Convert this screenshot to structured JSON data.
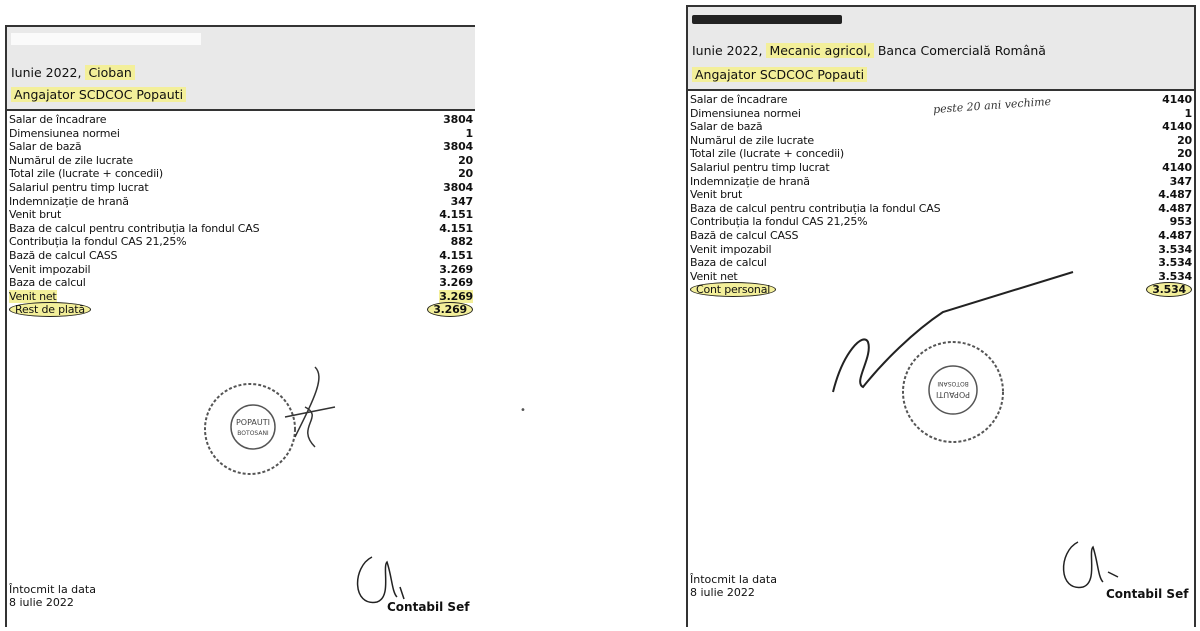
{
  "left": {
    "header_line1_prefix": "Iunie 2022,",
    "header_line1_job": "Cioban",
    "header_line2": "Angajator SCDCOC Popauti",
    "rows": [
      {
        "label": "Salar de încadrare",
        "value": "3804"
      },
      {
        "label": "Dimensiunea normei",
        "value": "1"
      },
      {
        "label": "Salar de bază",
        "value": "3804"
      },
      {
        "label": "Numărul de zile lucrate",
        "value": "20"
      },
      {
        "label": "Total zile (lucrate + concedii)",
        "value": "20"
      },
      {
        "label": "Salariul pentru timp lucrat",
        "value": "3804"
      },
      {
        "label": "Indemnizație de hrană",
        "value": "347"
      },
      {
        "label": "Venit brut",
        "value": "4.151"
      },
      {
        "label": "Baza de calcul pentru contribuția la fondul CAS",
        "value": "4.151"
      },
      {
        "label": "Contribuția la fondul CAS 21,25%",
        "value": "882"
      },
      {
        "label": "Bază de calcul CASS",
        "value": "4.151"
      },
      {
        "label": "Venit impozabil",
        "value": "3.269"
      },
      {
        "label": "Baza de calcul",
        "value": "3.269"
      },
      {
        "label": "Venit net",
        "value": "3.269"
      },
      {
        "label": "Rest de plată",
        "value": "3.269"
      }
    ],
    "stamp_text": "POPAUTI BOTOSANI",
    "footer_line1": "Întocmit la data",
    "footer_line2": "8 iulie 2022",
    "signatory": "Contabil Sef"
  },
  "right": {
    "header_line1_prefix": "Iunie 2022,",
    "header_line1_job": "Mecanic agricol,",
    "header_line1_bank": "Banca Comercială Română",
    "header_line2": "Angajator SCDCOC Popauti",
    "handwritten_note": "peste 20 ani vechime",
    "rows": [
      {
        "label": "Salar de încadrare",
        "value": "4140"
      },
      {
        "label": "Dimensiunea normei",
        "value": "1"
      },
      {
        "label": "Salar de bază",
        "value": "4140"
      },
      {
        "label": "Numărul de zile lucrate",
        "value": "20"
      },
      {
        "label": "Total zile (lucrate + concedii)",
        "value": "20"
      },
      {
        "label": "Salariul pentru timp lucrat",
        "value": "4140"
      },
      {
        "label": "Indemnizație de hrană",
        "value": "347"
      },
      {
        "label": "Venit brut",
        "value": "4.487"
      },
      {
        "label": "Baza de calcul pentru contribuția la fondul CAS",
        "value": "4.487"
      },
      {
        "label": "Contribuția la fondul CAS 21,25%",
        "value": "953"
      },
      {
        "label": "Bază de calcul CASS",
        "value": "4.487"
      },
      {
        "label": "Venit impozabil",
        "value": "3.534"
      },
      {
        "label": "Baza de calcul",
        "value": "3.534"
      },
      {
        "label": "Venit net",
        "value": "3.534"
      },
      {
        "label": "Cont personal",
        "value": "3.534"
      }
    ],
    "stamp_text": "POPAUTI BOTOSANI",
    "footer_line1": "Întocmit la data",
    "footer_line2": "8 iulie 2022",
    "signatory": "Contabil Sef"
  }
}
